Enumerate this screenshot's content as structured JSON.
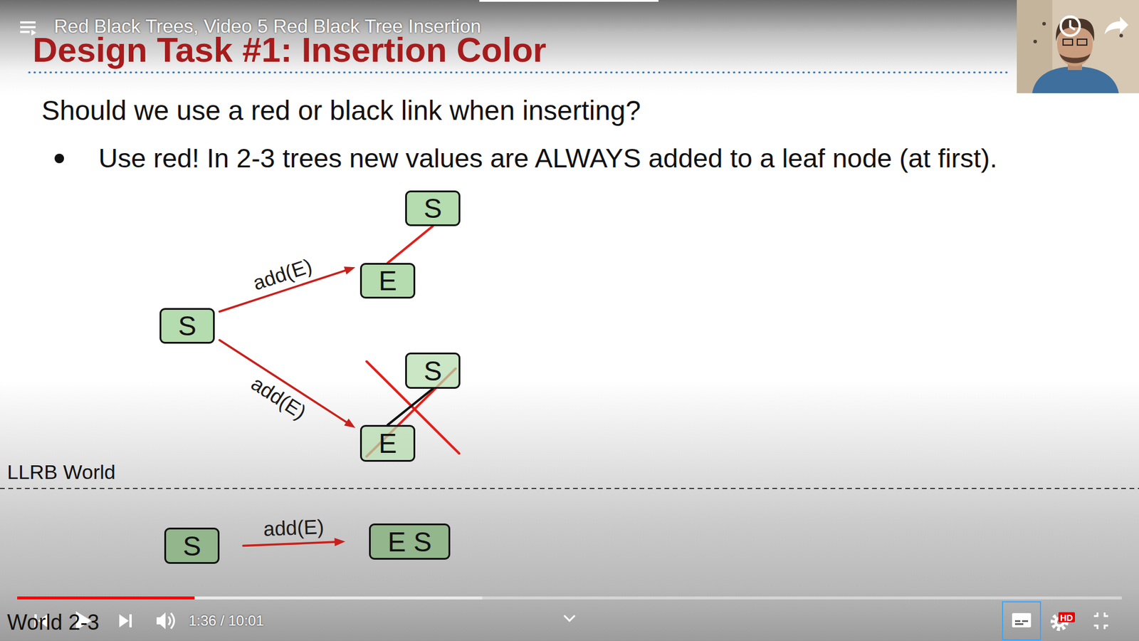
{
  "diagram": {
    "title": "Design Task #1: Insertion Color",
    "nodes": [
      {
        "text": [
          "S"
        ]
      },
      {
        "text": [
          "S"
        ]
      },
      {
        "text": [
          "E"
        ]
      },
      {
        "text": [
          "S"
        ]
      },
      {
        "text": [
          "E"
        ]
      },
      {
        "text": [
          "S"
        ]
      },
      {
        "text": [
          "E S"
        ]
      }
    ],
    "edges": [
      {
        "from": 0,
        "to": 2,
        "arrow": "to",
        "label": "add(E)"
      },
      {
        "from": 0,
        "to": 4,
        "arrow": "to",
        "label": "add(E)"
      },
      {
        "from": 1,
        "to": 2,
        "arrow": "none"
      },
      {
        "from": 3,
        "to": 4,
        "arrow": "none"
      },
      {
        "from": 5,
        "to": 6,
        "arrow": "to",
        "label": "add(E)"
      }
    ],
    "labels": [
      "Red Black Trees, Video 5 Red Black Tree Insertion",
      "Should we use a red or black link when inserting?",
      "Use red! In 2-3 trees new values are ALWAYS added to a leaf node (at first).",
      "LLRB World",
      "World 2-3",
      "1:36 / 10:01",
      "HD"
    ]
  }
}
